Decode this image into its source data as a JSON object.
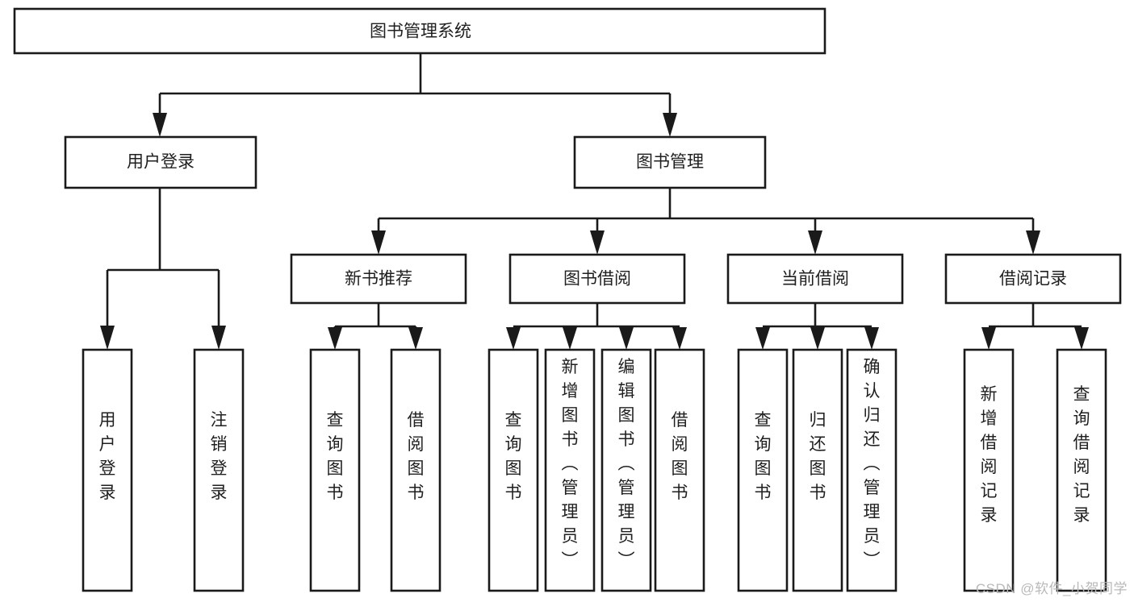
{
  "diagram": {
    "type": "tree-hierarchy",
    "title": "图书管理系统",
    "watermark": "CSDN @软件_小贺同学",
    "colors": {
      "stroke": "#1a1a1a",
      "fill": "#ffffff",
      "text": "#1f1f1f",
      "watermark": "#b9b9b9"
    },
    "root": {
      "label": "图书管理系统"
    },
    "level2": [
      {
        "label": "用户登录"
      },
      {
        "label": "图书管理"
      }
    ],
    "level3": [
      {
        "label": "新书推荐"
      },
      {
        "label": "图书借阅"
      },
      {
        "label": "当前借阅"
      },
      {
        "label": "借阅记录"
      }
    ],
    "leaves": {
      "user_login": [
        {
          "label": "用户登录"
        },
        {
          "label": "注销登录"
        }
      ],
      "new_book_recommend": [
        {
          "label": "查询图书"
        },
        {
          "label": "借阅图书"
        }
      ],
      "book_borrow": [
        {
          "label": "查询图书"
        },
        {
          "label": "新增图书（管理员）"
        },
        {
          "label": "编辑图书（管理员）"
        },
        {
          "label": "借阅图书"
        }
      ],
      "current_borrow": [
        {
          "label": "查询图书"
        },
        {
          "label": "归还图书"
        },
        {
          "label": "确认归还（管理员）"
        }
      ],
      "borrow_record": [
        {
          "label": "新增借阅记录"
        },
        {
          "label": "查询借阅记录"
        }
      ]
    }
  }
}
